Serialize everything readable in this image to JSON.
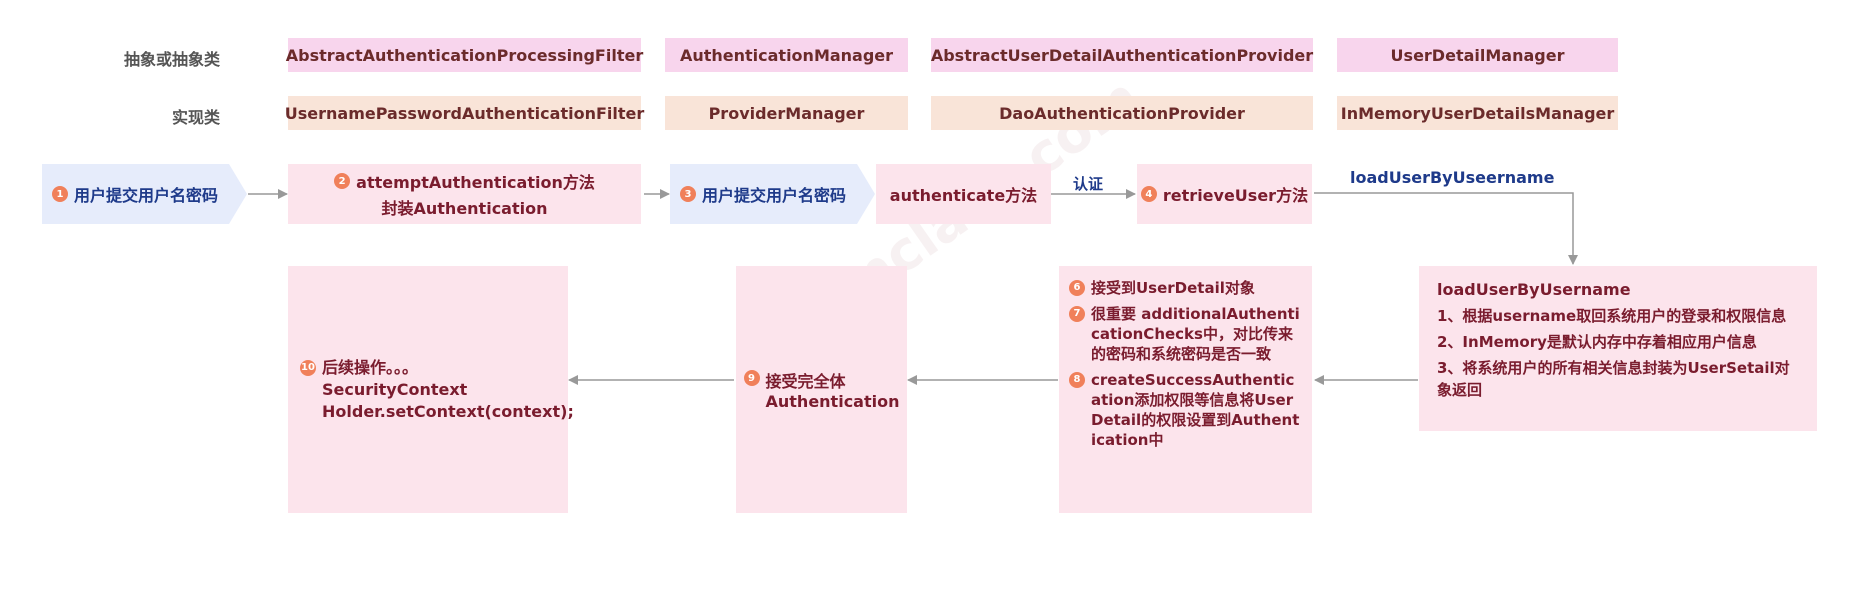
{
  "rows": {
    "abstract_label": "抽象或抽象类",
    "impl_label": "实现类"
  },
  "abstract_classes": [
    "AbstractAuthenticationProcessingFilter",
    "AuthenticationManager",
    "AbstractUserDetailAuthenticationProvider",
    "UserDetailManager"
  ],
  "impl_classes": [
    "UsernamePasswordAuthenticationFilter",
    "ProviderManager",
    "DaoAuthenticationProvider",
    "InMemoryUserDetailsManager"
  ],
  "flow": {
    "step1": {
      "num": "1",
      "text": "用户提交用户名密码"
    },
    "step2": {
      "num": "2",
      "line1": "attemptAuthentication方法",
      "line2": "封装Authentication"
    },
    "step3": {
      "num": "3",
      "text": "用户提交用户名密码"
    },
    "authenticate": "authenticate方法",
    "auth_edge_label": "认证",
    "step4": {
      "num": "4",
      "text": "retrieveUser方法"
    },
    "load_edge_label": "loadUserByUseername"
  },
  "load_box": {
    "title": "loadUserByUsername",
    "lines": [
      "1、根据username取回系统用户的登录和权限信息",
      "2、InMemory是默认内存中存着相应用户信息",
      "3、将系统用户的所有相关信息封装为UserSetail对象返回"
    ]
  },
  "detail_box": {
    "items": [
      {
        "num": "6",
        "text": "接受到UserDetail对象"
      },
      {
        "num": "7",
        "text": "很重要 additionalAuthenticationChecks中，对比传来的密码和系统密码是否一致"
      },
      {
        "num": "8",
        "text": "createSuccessAuthentication添加权限等信息将UserDetail的权限设置到Authentication中"
      }
    ]
  },
  "step9": {
    "num": "9",
    "line1": "接受完全体",
    "line2": "Authentication"
  },
  "step10": {
    "num": "10",
    "line1": "后续操作。。。",
    "line2": "SecurityContext",
    "line3": "Holder.setContext(context);"
  },
  "watermark": "yunclass.com",
  "colors": {
    "abstract_fill": "#f8d5ed",
    "impl_fill": "#f9e4d8",
    "box_fill": "#fce4ec",
    "chevron_fill": "#e6ecfb",
    "number_badge": "#f0805a",
    "arrow": "#999999",
    "edge_label": "#1e3a8a"
  }
}
